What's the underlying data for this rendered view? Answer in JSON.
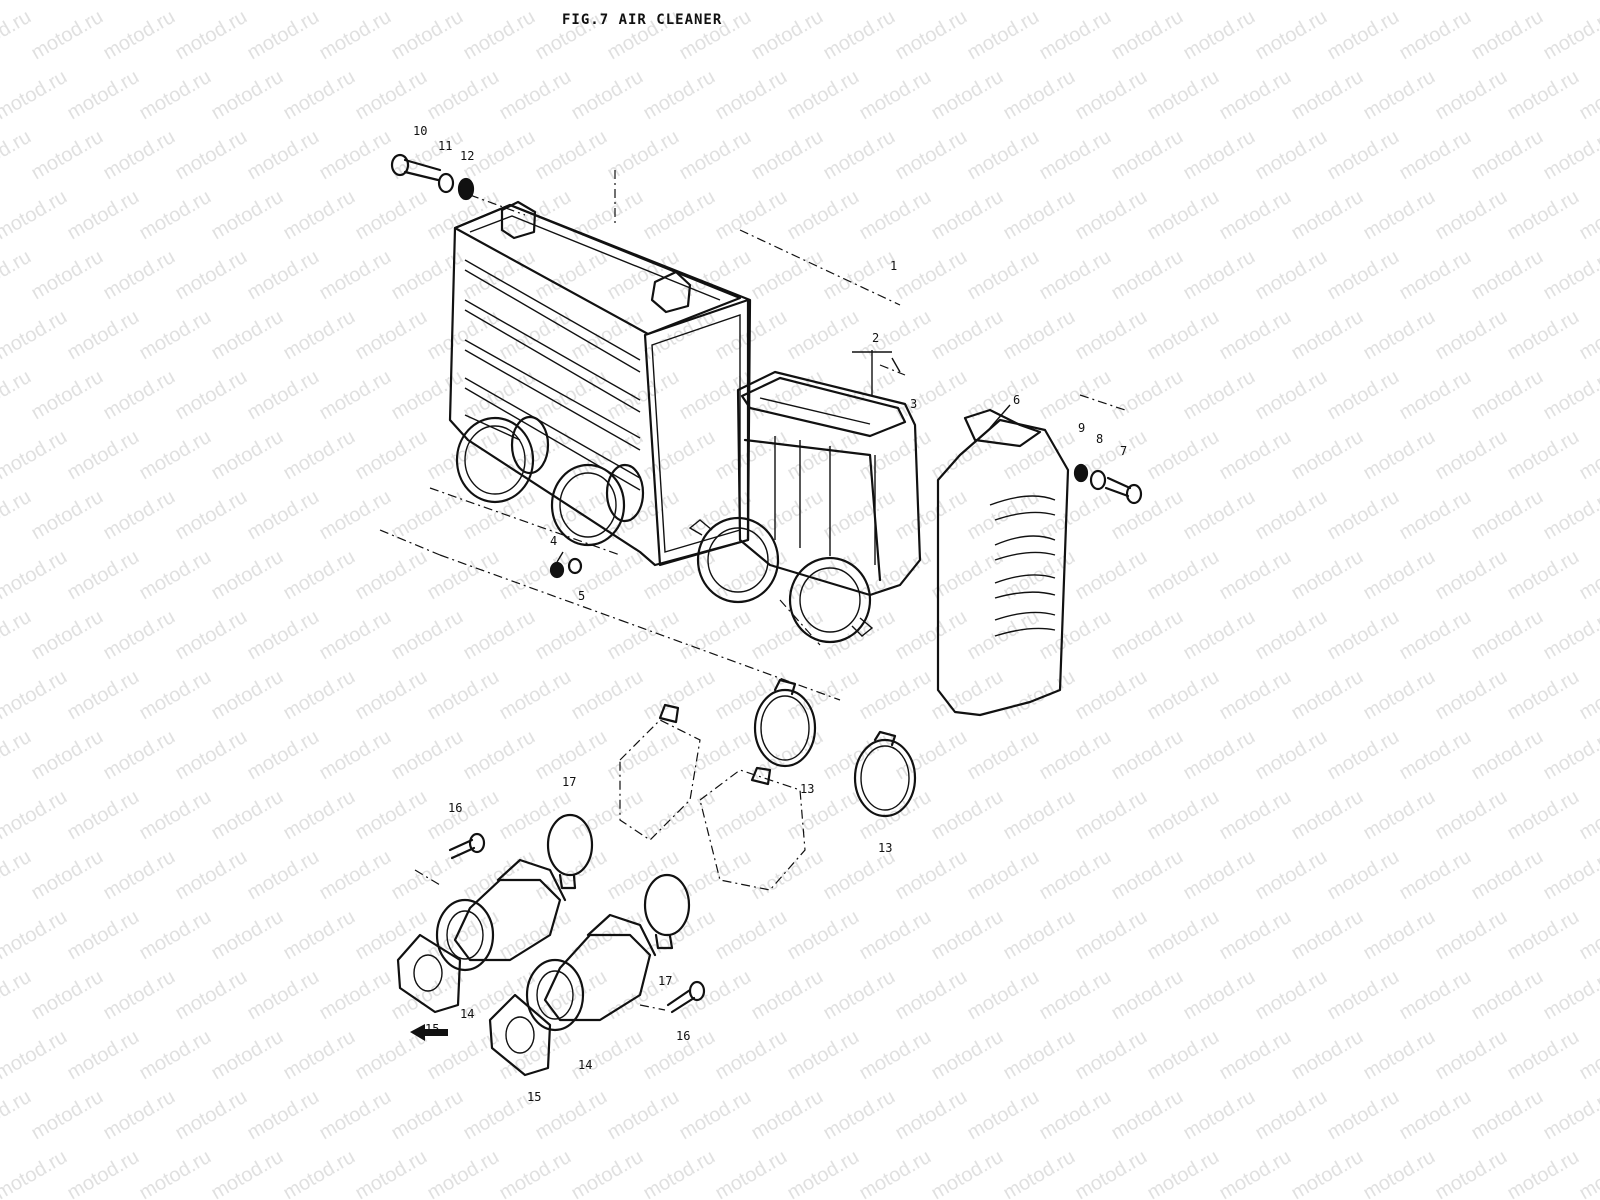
{
  "figure": {
    "title": "FIG.7  AIR CLEANER",
    "watermark": "motod.ru"
  },
  "callouts": [
    {
      "id": "callout-10",
      "label": "10"
    },
    {
      "id": "callout-11",
      "label": "11"
    },
    {
      "id": "callout-12",
      "label": "12"
    },
    {
      "id": "callout-1",
      "label": "1"
    },
    {
      "id": "callout-2",
      "label": "2"
    },
    {
      "id": "callout-3",
      "label": "3"
    },
    {
      "id": "callout-6",
      "label": "6"
    },
    {
      "id": "callout-9",
      "label": "9"
    },
    {
      "id": "callout-8",
      "label": "8"
    },
    {
      "id": "callout-7",
      "label": "7"
    },
    {
      "id": "callout-4",
      "label": "4"
    },
    {
      "id": "callout-5",
      "label": "5"
    },
    {
      "id": "callout-13a",
      "label": "13"
    },
    {
      "id": "callout-13b",
      "label": "13"
    },
    {
      "id": "callout-16a",
      "label": "16"
    },
    {
      "id": "callout-17a",
      "label": "17"
    },
    {
      "id": "callout-17b",
      "label": "17"
    },
    {
      "id": "callout-16b",
      "label": "16"
    },
    {
      "id": "callout-14a",
      "label": "14"
    },
    {
      "id": "callout-15a",
      "label": "15"
    },
    {
      "id": "callout-14b",
      "label": "14"
    },
    {
      "id": "callout-15b",
      "label": "15"
    }
  ],
  "colors": {
    "ink": "#111111",
    "paper": "#ffffff",
    "watermark": "#c8c8c8"
  },
  "icons": {
    "front_arrow": "arrow-left-icon"
  }
}
